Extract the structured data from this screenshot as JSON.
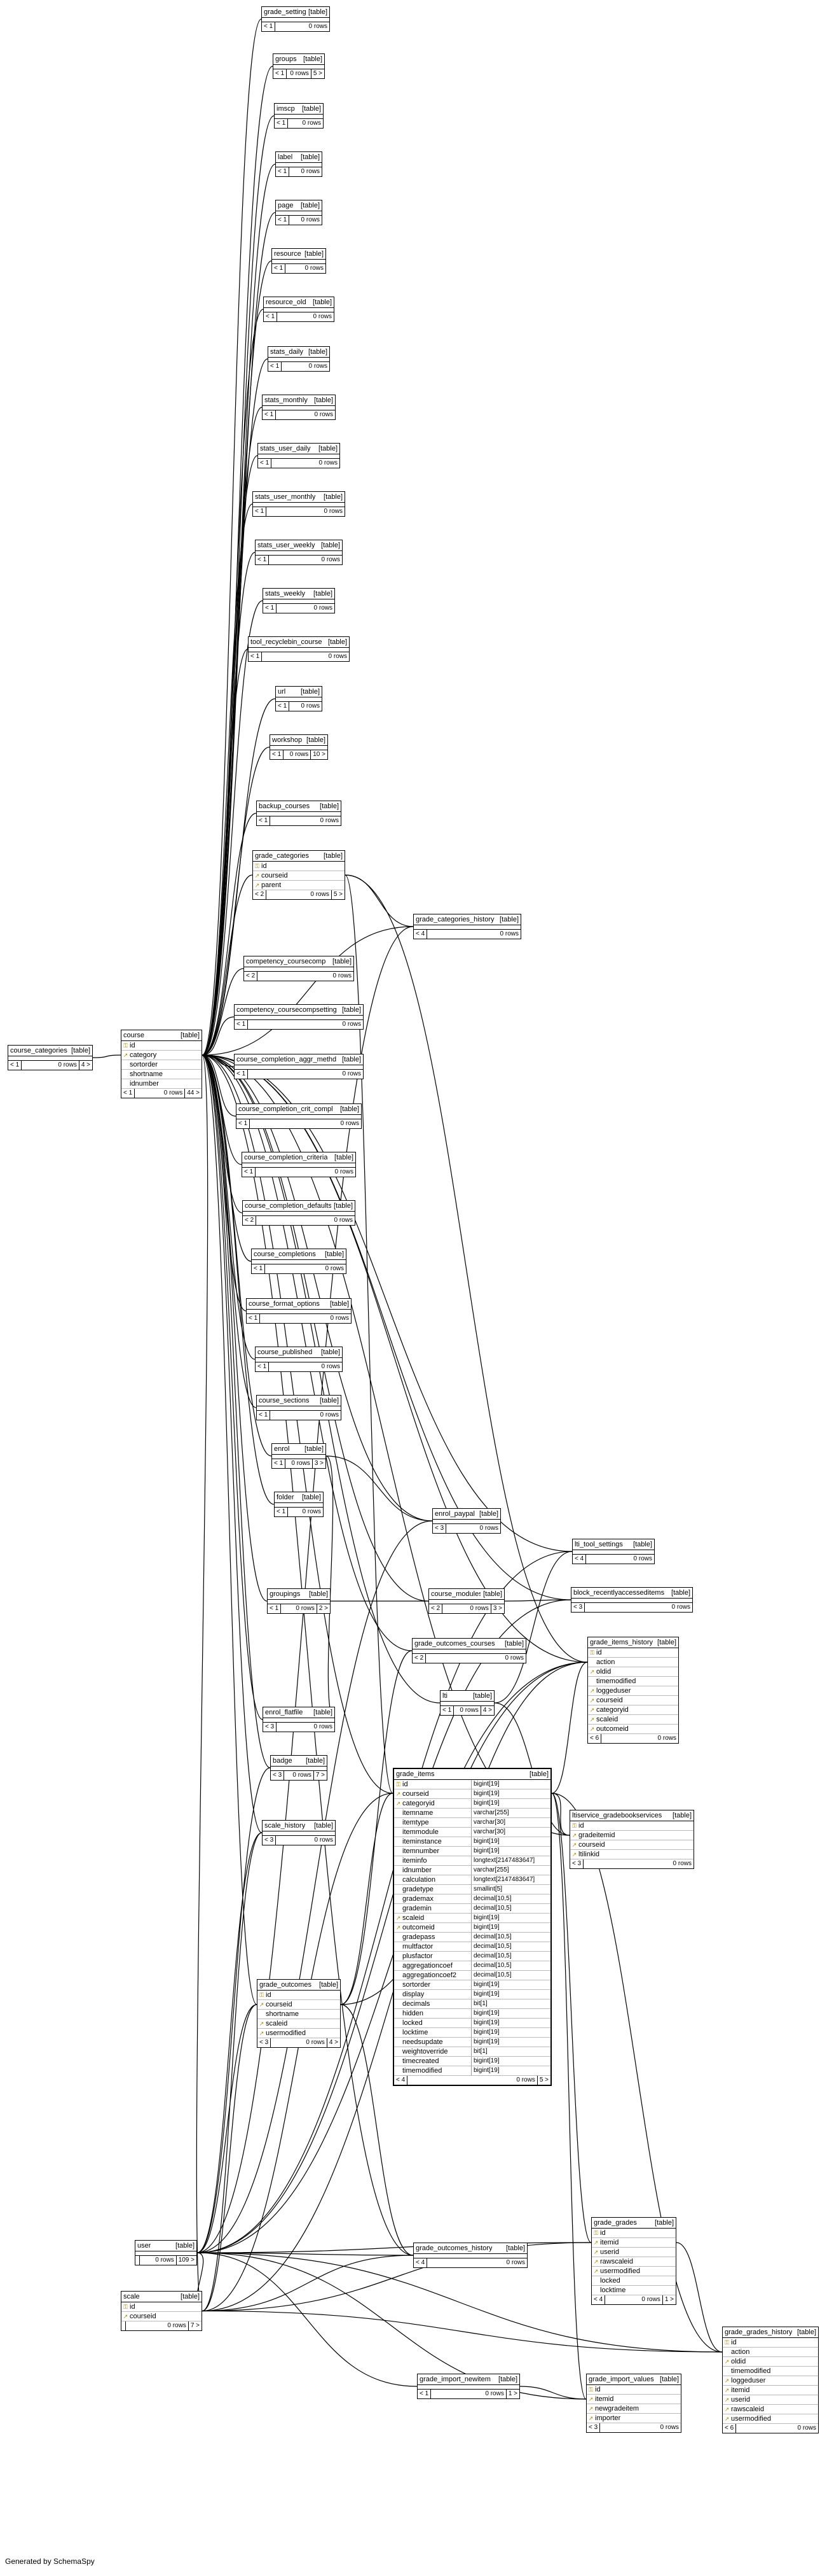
{
  "footer_text": "Generated by SchemaSpy",
  "tables": [
    {
      "name": "grade_settings",
      "kind": "[table]",
      "parents": "< 1",
      "rows": "0 rows"
    },
    {
      "name": "groups",
      "kind": "[table]",
      "parents": "< 1",
      "rows": "0 rows",
      "children": "5 >"
    },
    {
      "name": "imscp",
      "kind": "[table]",
      "parents": "< 1",
      "rows": "0 rows"
    },
    {
      "name": "label",
      "kind": "[table]",
      "parents": "< 1",
      "rows": "0 rows"
    },
    {
      "name": "page",
      "kind": "[table]",
      "parents": "< 1",
      "rows": "0 rows"
    },
    {
      "name": "resource",
      "kind": "[table]",
      "parents": "< 1",
      "rows": "0 rows"
    },
    {
      "name": "resource_old",
      "kind": "[table]",
      "parents": "< 1",
      "rows": "0 rows"
    },
    {
      "name": "stats_daily",
      "kind": "[table]",
      "parents": "< 1",
      "rows": "0 rows"
    },
    {
      "name": "stats_monthly",
      "kind": "[table]",
      "parents": "< 1",
      "rows": "0 rows"
    },
    {
      "name": "stats_user_daily",
      "kind": "[table]",
      "parents": "< 1",
      "rows": "0 rows"
    },
    {
      "name": "stats_user_monthly",
      "kind": "[table]",
      "parents": "< 1",
      "rows": "0 rows"
    },
    {
      "name": "stats_user_weekly",
      "kind": "[table]",
      "parents": "< 1",
      "rows": "0 rows"
    },
    {
      "name": "stats_weekly",
      "kind": "[table]",
      "parents": "< 1",
      "rows": "0 rows"
    },
    {
      "name": "tool_recyclebin_course",
      "kind": "[table]",
      "parents": "< 1",
      "rows": "0 rows"
    },
    {
      "name": "url",
      "kind": "[table]",
      "parents": "< 1",
      "rows": "0 rows"
    },
    {
      "name": "workshop",
      "kind": "[table]",
      "parents": "< 1",
      "rows": "0 rows",
      "children": "10 >"
    },
    {
      "name": "backup_courses",
      "kind": "[table]",
      "parents": "< 1",
      "rows": "0 rows"
    },
    {
      "name": "grade_categories",
      "kind": "[table]",
      "columns": [
        {
          "icon": "key",
          "name": "id"
        },
        {
          "icon": "fk",
          "name": "courseid"
        },
        {
          "icon": "fk",
          "name": "parent"
        }
      ],
      "parents": "< 2",
      "rows": "0 rows",
      "children": "5 >"
    },
    {
      "name": "grade_categories_history",
      "kind": "[table]",
      "parents": "< 4",
      "rows": "0 rows"
    },
    {
      "name": "competency_coursecomp",
      "kind": "[table]",
      "parents": "< 2",
      "rows": "0 rows"
    },
    {
      "name": "competency_coursecompsetting",
      "kind": "[table]",
      "parents": "< 1",
      "rows": "0 rows"
    },
    {
      "name": "course_categories",
      "kind": "[table]",
      "parents": "< 1",
      "rows": "0 rows",
      "children": "4 >"
    },
    {
      "name": "course",
      "kind": "[table]",
      "columns": [
        {
          "icon": "key",
          "name": "id"
        },
        {
          "icon": "fk",
          "name": "category"
        },
        {
          "icon": "",
          "name": "sortorder"
        },
        {
          "icon": "",
          "name": "shortname"
        },
        {
          "icon": "",
          "name": "idnumber"
        }
      ],
      "parents": "< 1",
      "rows": "0 rows",
      "children": "44 >"
    },
    {
      "name": "course_completion_aggr_methd",
      "kind": "[table]",
      "parents": "< 1",
      "rows": "0 rows"
    },
    {
      "name": "course_completion_crit_compl",
      "kind": "[table]",
      "parents": "< 1",
      "rows": "0 rows"
    },
    {
      "name": "course_completion_criteria",
      "kind": "[table]",
      "parents": "< 1",
      "rows": "0 rows"
    },
    {
      "name": "course_completion_defaults",
      "kind": "[table]",
      "parents": "< 2",
      "rows": "0 rows"
    },
    {
      "name": "course_completions",
      "kind": "[table]",
      "parents": "< 1",
      "rows": "0 rows"
    },
    {
      "name": "course_format_options",
      "kind": "[table]",
      "parents": "< 1",
      "rows": "0 rows"
    },
    {
      "name": "course_published",
      "kind": "[table]",
      "parents": "< 1",
      "rows": "0 rows"
    },
    {
      "name": "course_sections",
      "kind": "[table]",
      "parents": "< 1",
      "rows": "0 rows"
    },
    {
      "name": "enrol",
      "kind": "[table]",
      "parents": "< 1",
      "rows": "0 rows",
      "children": "3 >"
    },
    {
      "name": "folder",
      "kind": "[table]",
      "parents": "< 1",
      "rows": "0 rows"
    },
    {
      "name": "enrol_paypal",
      "kind": "[table]",
      "parents": "< 3",
      "rows": "0 rows"
    },
    {
      "name": "lti_tool_settings",
      "kind": "[table]",
      "parents": "< 4",
      "rows": "0 rows"
    },
    {
      "name": "groupings",
      "kind": "[table]",
      "parents": "< 1",
      "rows": "0 rows",
      "children": "2 >"
    },
    {
      "name": "course_modules",
      "kind": "[table]",
      "parents": "< 2",
      "rows": "0 rows",
      "children": "3 >"
    },
    {
      "name": "block_recentlyaccesseditems",
      "kind": "[table]",
      "parents": "< 3",
      "rows": "0 rows"
    },
    {
      "name": "grade_outcomes_courses",
      "kind": "[table]",
      "parents": "< 2",
      "rows": "0 rows"
    },
    {
      "name": "grade_items_history",
      "kind": "[table]",
      "columns": [
        {
          "icon": "key",
          "name": "id"
        },
        {
          "icon": "",
          "name": "action"
        },
        {
          "icon": "fk",
          "name": "oldid"
        },
        {
          "icon": "",
          "name": "timemodified"
        },
        {
          "icon": "fk",
          "name": "loggeduser"
        },
        {
          "icon": "fk",
          "name": "courseid"
        },
        {
          "icon": "fk",
          "name": "categoryid"
        },
        {
          "icon": "fk",
          "name": "scaleid"
        },
        {
          "icon": "fk",
          "name": "outcomeid"
        }
      ],
      "parents": "< 6",
      "rows": "0 rows"
    },
    {
      "name": "lti",
      "kind": "[table]",
      "parents": "< 1",
      "rows": "0 rows",
      "children": "4 >"
    },
    {
      "name": "enrol_flatfile",
      "kind": "[table]",
      "parents": "< 3",
      "rows": "0 rows"
    },
    {
      "name": "badge",
      "kind": "[table]",
      "parents": "< 3",
      "rows": "0 rows",
      "children": "7 >"
    },
    {
      "name": "grade_items",
      "kind": "[table]",
      "columns": [
        {
          "icon": "key",
          "name": "id",
          "type": "bigint[19]"
        },
        {
          "icon": "fk",
          "name": "courseid",
          "type": "bigint[19]"
        },
        {
          "icon": "fk",
          "name": "categoryid",
          "type": "bigint[19]"
        },
        {
          "icon": "",
          "name": "itemname",
          "type": "varchar[255]"
        },
        {
          "icon": "",
          "name": "itemtype",
          "type": "varchar[30]"
        },
        {
          "icon": "",
          "name": "itemmodule",
          "type": "varchar[30]"
        },
        {
          "icon": "",
          "name": "iteminstance",
          "type": "bigint[19]"
        },
        {
          "icon": "",
          "name": "itemnumber",
          "type": "bigint[19]"
        },
        {
          "icon": "",
          "name": "iteminfo",
          "type": "longtext[2147483647]"
        },
        {
          "icon": "",
          "name": "idnumber",
          "type": "varchar[255]"
        },
        {
          "icon": "",
          "name": "calculation",
          "type": "longtext[2147483647]"
        },
        {
          "icon": "",
          "name": "gradetype",
          "type": "smallint[5]"
        },
        {
          "icon": "",
          "name": "grademax",
          "type": "decimal[10,5]"
        },
        {
          "icon": "",
          "name": "grademin",
          "type": "decimal[10,5]"
        },
        {
          "icon": "fk",
          "name": "scaleid",
          "type": "bigint[19]"
        },
        {
          "icon": "fk",
          "name": "outcomeid",
          "type": "bigint[19]"
        },
        {
          "icon": "",
          "name": "gradepass",
          "type": "decimal[10,5]"
        },
        {
          "icon": "",
          "name": "multfactor",
          "type": "decimal[10,5]"
        },
        {
          "icon": "",
          "name": "plusfactor",
          "type": "decimal[10,5]"
        },
        {
          "icon": "",
          "name": "aggregationcoef",
          "type": "decimal[10,5]"
        },
        {
          "icon": "",
          "name": "aggregationcoef2",
          "type": "decimal[10,5]"
        },
        {
          "icon": "",
          "name": "sortorder",
          "type": "bigint[19]"
        },
        {
          "icon": "",
          "name": "display",
          "type": "bigint[19]"
        },
        {
          "icon": "",
          "name": "decimals",
          "type": "bit[1]"
        },
        {
          "icon": "",
          "name": "hidden",
          "type": "bigint[19]"
        },
        {
          "icon": "",
          "name": "locked",
          "type": "bigint[19]"
        },
        {
          "icon": "",
          "name": "locktime",
          "type": "bigint[19]"
        },
        {
          "icon": "",
          "name": "needsupdate",
          "type": "bigint[19]"
        },
        {
          "icon": "",
          "name": "weightoverride",
          "type": "bit[1]"
        },
        {
          "icon": "",
          "name": "timecreated",
          "type": "bigint[19]"
        },
        {
          "icon": "",
          "name": "timemodified",
          "type": "bigint[19]"
        }
      ],
      "parents": "< 4",
      "rows": "0 rows",
      "children": "5 >"
    },
    {
      "name": "ltiservice_gradebookservices",
      "kind": "[table]",
      "columns": [
        {
          "icon": "key",
          "name": "id"
        },
        {
          "icon": "fk",
          "name": "gradeitemid"
        },
        {
          "icon": "fk",
          "name": "courseid"
        },
        {
          "icon": "fk",
          "name": "ltilinkid"
        }
      ],
      "parents": "< 3",
      "rows": "0 rows"
    },
    {
      "name": "scale_history",
      "kind": "[table]",
      "parents": "< 3",
      "rows": "0 rows"
    },
    {
      "name": "grade_outcomes",
      "kind": "[table]",
      "columns": [
        {
          "icon": "key",
          "name": "id"
        },
        {
          "icon": "fk",
          "name": "courseid"
        },
        {
          "icon": "",
          "name": "shortname"
        },
        {
          "icon": "fk",
          "name": "scaleid"
        },
        {
          "icon": "fk",
          "name": "usermodified"
        }
      ],
      "parents": "< 3",
      "rows": "0 rows",
      "children": "4 >"
    },
    {
      "name": "user",
      "kind": "[table]",
      "parents": "",
      "rows": "0 rows",
      "children": "109 >"
    },
    {
      "name": "grade_outcomes_history",
      "kind": "[table]",
      "parents": "< 4",
      "rows": "0 rows"
    },
    {
      "name": "grade_grades",
      "kind": "[table]",
      "columns": [
        {
          "icon": "key",
          "name": "id"
        },
        {
          "icon": "fk",
          "name": "itemid"
        },
        {
          "icon": "fk",
          "name": "userid"
        },
        {
          "icon": "fk",
          "name": "rawscaleid"
        },
        {
          "icon": "fk",
          "name": "usermodified"
        },
        {
          "icon": "",
          "name": "locked"
        },
        {
          "icon": "",
          "name": "locktime"
        }
      ],
      "parents": "< 4",
      "rows": "0 rows",
      "children": "1 >"
    },
    {
      "name": "scale",
      "kind": "[table]",
      "columns": [
        {
          "icon": "key",
          "name": "id"
        },
        {
          "icon": "fk",
          "name": "courseid"
        }
      ],
      "parents": "",
      "rows": "0 rows",
      "children": "7 >"
    },
    {
      "name": "grade_grades_history",
      "kind": "[table]",
      "columns": [
        {
          "icon": "key",
          "name": "id"
        },
        {
          "icon": "",
          "name": "action"
        },
        {
          "icon": "fk",
          "name": "oldid"
        },
        {
          "icon": "",
          "name": "timemodified"
        },
        {
          "icon": "fk",
          "name": "loggeduser"
        },
        {
          "icon": "fk",
          "name": "itemid"
        },
        {
          "icon": "fk",
          "name": "userid"
        },
        {
          "icon": "fk",
          "name": "rawscaleid"
        },
        {
          "icon": "fk",
          "name": "usermodified"
        }
      ],
      "parents": "< 6",
      "rows": "0 rows"
    },
    {
      "name": "grade_import_newitem",
      "kind": "[table]",
      "parents": "< 1",
      "rows": "0 rows",
      "children": "1 >"
    },
    {
      "name": "grade_import_values",
      "kind": "[table]",
      "columns": [
        {
          "icon": "key",
          "name": "id"
        },
        {
          "icon": "fk",
          "name": "itemid"
        },
        {
          "icon": "fk",
          "name": "newgradeitem"
        },
        {
          "icon": "fk",
          "name": "importer"
        }
      ],
      "parents": "< 3",
      "rows": "0 rows"
    }
  ]
}
